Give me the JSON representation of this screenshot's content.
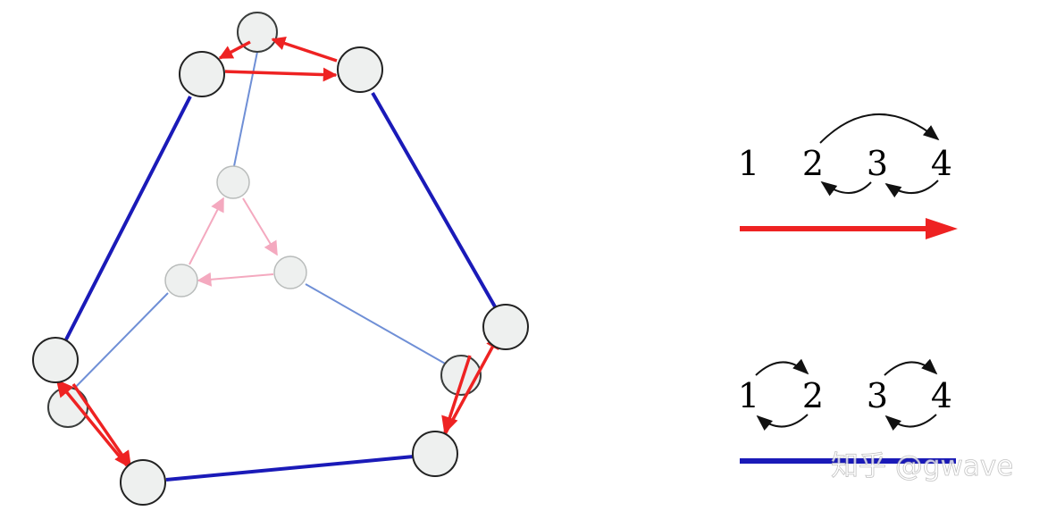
{
  "legend": {
    "top": {
      "labels": [
        "1",
        "2",
        "3",
        "4"
      ],
      "line_color": "#ee2222"
    },
    "bottom": {
      "labels": [
        "1",
        "2",
        "3",
        "4"
      ],
      "line_color": "#1a1ab8"
    }
  },
  "watermark": "知乎 @gwave",
  "colors": {
    "red": "#ee2222",
    "blue": "#1a1ab8",
    "light_blue": "#6f8fd6",
    "pink": "#f4a9bf",
    "node_fill": "#eef0ef",
    "node_stroke": "#2a2a2a",
    "faint_node_stroke": "#b9bcbb"
  }
}
